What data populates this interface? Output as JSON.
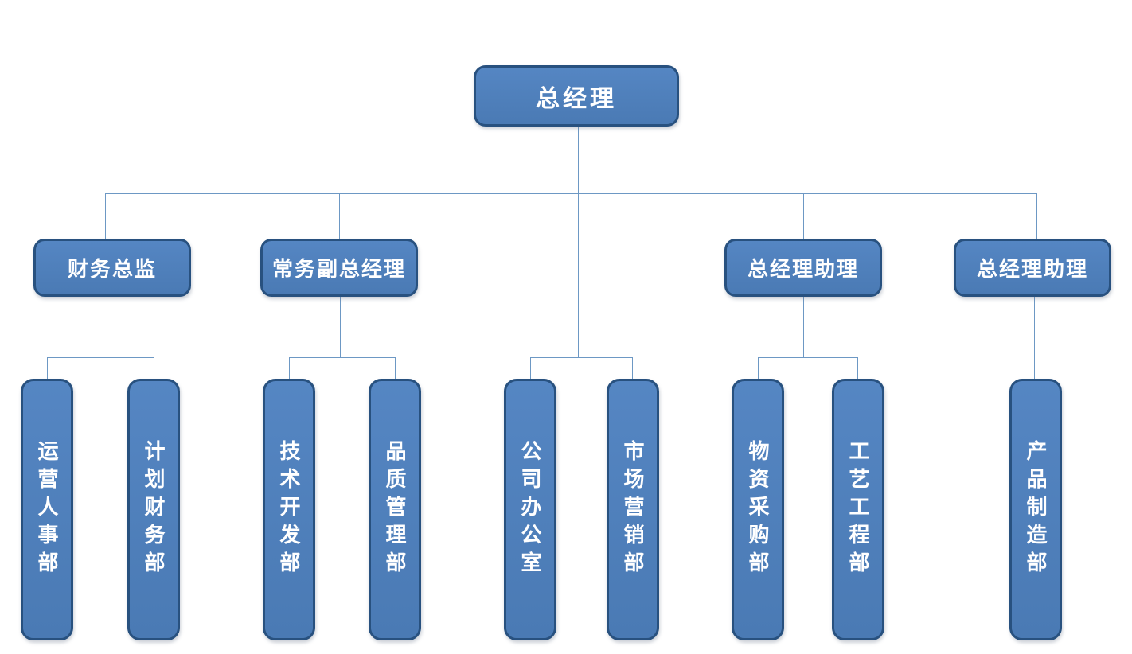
{
  "org_chart": {
    "root": {
      "label": "总经理"
    },
    "managers": [
      {
        "label": "财务总监",
        "reports_to": "总经理"
      },
      {
        "label": "常务副总经理",
        "reports_to": "总经理"
      },
      {
        "label": "总经理助理",
        "reports_to": "总经理"
      },
      {
        "label": "总经理助理",
        "reports_to": "总经理"
      }
    ],
    "departments": [
      {
        "label": "运营人事部",
        "reports_to": "财务总监"
      },
      {
        "label": "计划财务部",
        "reports_to": "财务总监"
      },
      {
        "label": "技术开发部",
        "reports_to": "常务副总经理"
      },
      {
        "label": "品质管理部",
        "reports_to": "常务副总经理"
      },
      {
        "label": "公司办公室",
        "reports_to": "总经理"
      },
      {
        "label": "市场营销部",
        "reports_to": "总经理"
      },
      {
        "label": "物资采购部",
        "reports_to": "总经理助理"
      },
      {
        "label": "工艺工程部",
        "reports_to": "总经理助理"
      },
      {
        "label": "产品制造部",
        "reports_to": "总经理助理"
      }
    ],
    "colors": {
      "box_fill_top": "#5586c3",
      "box_fill_bottom": "#4a7ab4",
      "box_border": "#28517f",
      "connector_line": "#6d98c4",
      "text": "#ffffff",
      "background": "#ffffff"
    }
  }
}
